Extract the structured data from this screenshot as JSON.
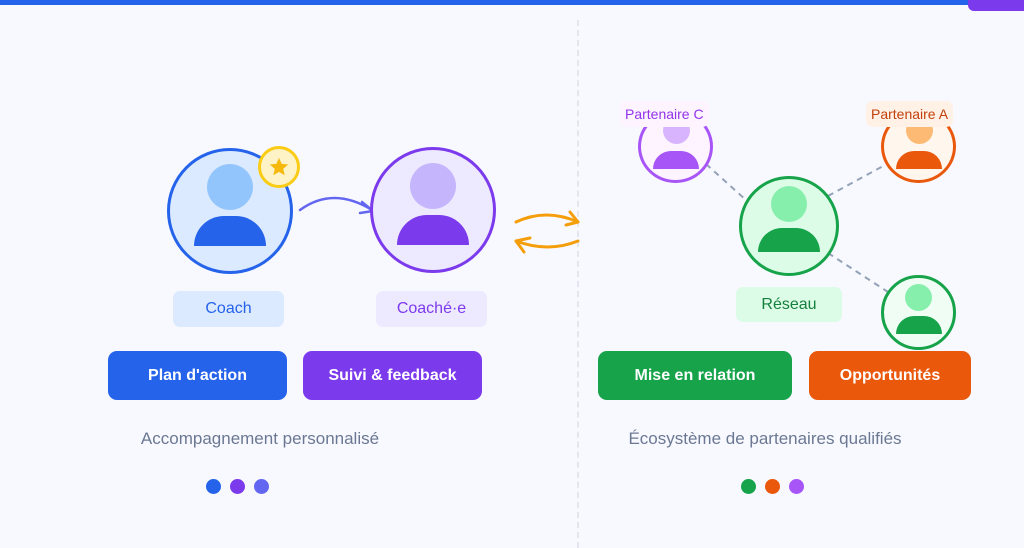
{
  "colors": {
    "blue": "#2563eb",
    "purple": "#7c3aed",
    "indigo": "#6366f1",
    "green": "#16a34a",
    "orange": "#ea580c",
    "violet": "#a855f7",
    "amber": "#f59e0b",
    "caption_gray": "#6b7893"
  },
  "left_panel": {
    "coach": {
      "label": "Coach",
      "badge_icon": "star-icon"
    },
    "coachee": {
      "label": "Coaché·e"
    },
    "buttons": [
      {
        "label": "Plan d'action"
      },
      {
        "label": "Suivi & feedback"
      }
    ],
    "caption": "Accompagnement personnalisé",
    "dots": [
      "#2563eb",
      "#7c3aed",
      "#6366f1"
    ]
  },
  "exchange_icon": "swap-arrows-icon",
  "right_panel": {
    "hub": {
      "label": "Réseau"
    },
    "partners": [
      {
        "label": "Partenaire C"
      },
      {
        "label": "Partenaire A"
      },
      {
        "label": ""
      }
    ],
    "buttons": [
      {
        "label": "Mise en relation"
      },
      {
        "label": "Opportunités"
      }
    ],
    "caption": "Écosystème de partenaires qualifiés",
    "dots": [
      "#16a34a",
      "#ea580c",
      "#a855f7"
    ]
  }
}
